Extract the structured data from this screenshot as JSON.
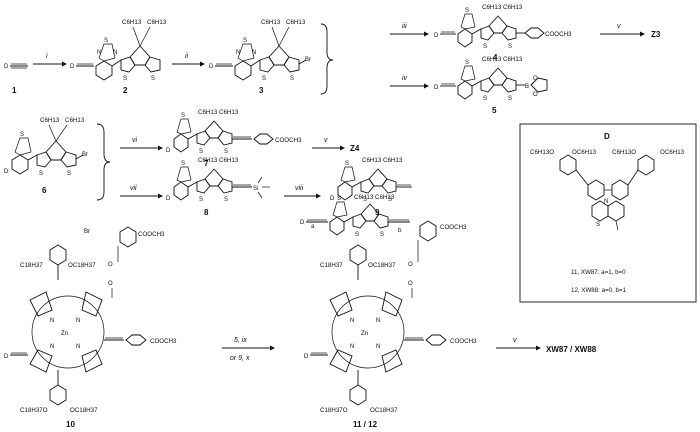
{
  "compounds": {
    "c1": "1",
    "c2": "2",
    "c3": "3",
    "c4": "4",
    "c5": "5",
    "c6": "6",
    "c7": "7",
    "c8": "8",
    "c9": "9",
    "c10": "10",
    "c11_12": "11 / 12"
  },
  "atoms": {
    "D": "D",
    "S": "S",
    "N": "N",
    "Zn": "Zn",
    "Br": "Br",
    "Si": "Si",
    "B": "B",
    "O": "O",
    "C6H13": "C6H13",
    "OC6H13": "OC6H13",
    "C6H13O": "C6H13O",
    "OC18H37": "OC18H37",
    "C18H37O": "C18H37O",
    "C18H37": "C18H37",
    "COOCH3": "COOCH3",
    "a": "a",
    "b": "b"
  },
  "reagents": {
    "i": "i",
    "ii": "ii",
    "iii": "iii",
    "iv": "iv",
    "v": "v",
    "vi": "vi",
    "vii": "vii",
    "viii": "viii",
    "ix_line1": "5, ix",
    "ix_line2": "or 9, x"
  },
  "products": {
    "Z3": "Z3",
    "Z4": "Z4",
    "final": "XW87 / XW88"
  },
  "legend_box": {
    "title": "D",
    "line1": "11, XW87: a=1, b=0",
    "line2": "12, XW88: a=0, b=1"
  }
}
